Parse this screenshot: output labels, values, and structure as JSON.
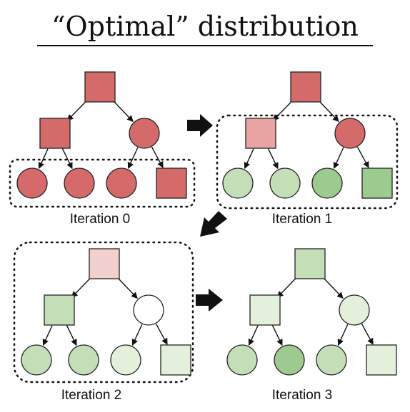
{
  "title": "“Optimal” distribution",
  "colors": {
    "red": "#d46a6a",
    "pink": "#e8a3a3",
    "pale_pink": "#f2d0d0",
    "white": "#ffffff",
    "pale_green": "#e3f0db",
    "light_green": "#c4dfb8",
    "mid_green": "#9cca8f",
    "stroke": "#111111"
  },
  "iterations": [
    {
      "label": "Iteration 0",
      "nodes": [
        {
          "shape": "square",
          "color": "red"
        },
        {
          "shape": "square",
          "color": "red"
        },
        {
          "shape": "circle",
          "color": "red"
        },
        {
          "shape": "circle",
          "color": "red"
        },
        {
          "shape": "circle",
          "color": "red"
        },
        {
          "shape": "circle",
          "color": "red"
        },
        {
          "shape": "square",
          "color": "red"
        }
      ]
    },
    {
      "label": "Iteration 1",
      "nodes": [
        {
          "shape": "square",
          "color": "red"
        },
        {
          "shape": "square",
          "color": "pink"
        },
        {
          "shape": "circle",
          "color": "red"
        },
        {
          "shape": "circle",
          "color": "light_green"
        },
        {
          "shape": "circle",
          "color": "light_green"
        },
        {
          "shape": "circle",
          "color": "mid_green"
        },
        {
          "shape": "square",
          "color": "mid_green"
        }
      ]
    },
    {
      "label": "Iteration 2",
      "nodes": [
        {
          "shape": "square",
          "color": "pale_pink"
        },
        {
          "shape": "square",
          "color": "light_green"
        },
        {
          "shape": "circle",
          "color": "white"
        },
        {
          "shape": "circle",
          "color": "light_green"
        },
        {
          "shape": "circle",
          "color": "light_green"
        },
        {
          "shape": "circle",
          "color": "pale_green"
        },
        {
          "shape": "square",
          "color": "pale_green"
        }
      ]
    },
    {
      "label": "Iteration 3",
      "nodes": [
        {
          "shape": "square",
          "color": "light_green"
        },
        {
          "shape": "square",
          "color": "pale_green"
        },
        {
          "shape": "circle",
          "color": "pale_green"
        },
        {
          "shape": "circle",
          "color": "light_green"
        },
        {
          "shape": "circle",
          "color": "mid_green"
        },
        {
          "shape": "circle",
          "color": "light_green"
        },
        {
          "shape": "square",
          "color": "pale_green"
        }
      ]
    }
  ]
}
